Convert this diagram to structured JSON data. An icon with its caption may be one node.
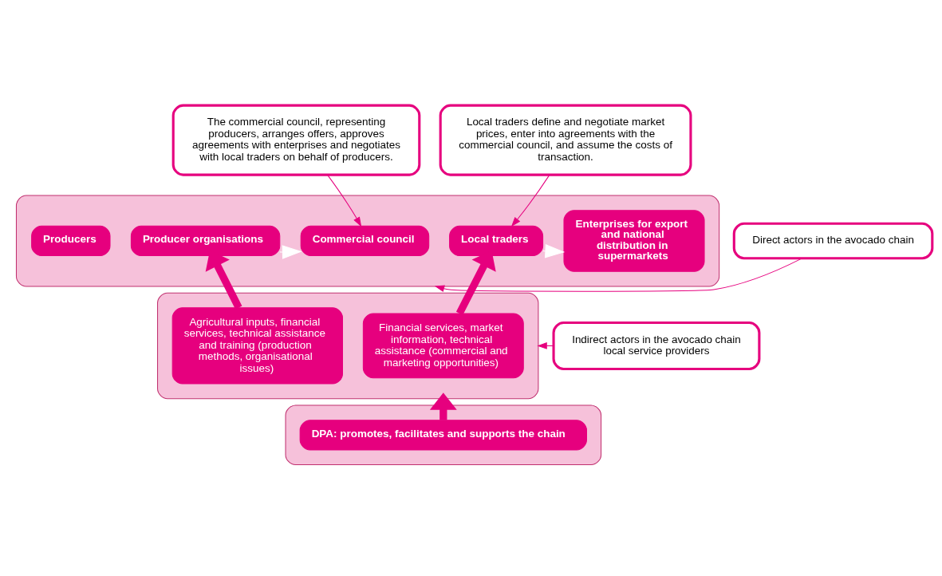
{
  "diagram": {
    "nodes": [
      {
        "text": [
          "The commercial council, representing producers, arranges offers, approves agreements with enterprises and negotiates with local traders on behalf of producers."
        ]
      },
      {
        "text": [
          "Local traders define and negotiate market prices, enter into agreements with the commercial council, and assume the costs of transaction."
        ]
      },
      {
        "text": [],
        "shape": "box"
      },
      {
        "text": [
          "Producers"
        ],
        "in": 2
      },
      {
        "text": [
          "Producer organisations"
        ],
        "in": 2
      },
      {
        "text": [
          "Commercial council"
        ],
        "in": 2
      },
      {
        "text": [
          "Local traders"
        ],
        "in": 2
      },
      {
        "text": [
          "Enterprises for export and national distribution in supermarkets"
        ],
        "in": 2
      },
      {
        "text": [
          "Direct actors in the avocado chain"
        ]
      },
      {
        "text": [],
        "shape": "box"
      },
      {
        "text": [
          "Agricultural inputs, financial services, technical assistance and training (production methods, organisational issues)"
        ],
        "in": 9
      },
      {
        "text": [
          "Financial services, market information, technical assistance (commercial and marketing opportunities)"
        ],
        "in": 9
      },
      {
        "text": [
          "Indirect actors in the avocado chain",
          "local service providers"
        ]
      },
      {
        "text": [],
        "shape": "box"
      },
      {
        "text": [
          "DPA: promotes, facilitates and supports the chain"
        ],
        "in": 13
      }
    ],
    "edges": [
      {
        "from": 0,
        "to": 5,
        "arrow": "to"
      },
      {
        "from": 1,
        "to": 6,
        "arrow": "to"
      },
      {
        "from": 4,
        "to": 5,
        "arrow": "to",
        "color": "#ffffff"
      },
      {
        "from": 6,
        "to": 7,
        "arrow": "to",
        "color": "#ffffff"
      },
      {
        "from": 8,
        "to": 2,
        "arrow": "to"
      },
      {
        "from": 10,
        "to": 4,
        "arrow": "to",
        "style": "thick"
      },
      {
        "from": 11,
        "to": 6,
        "arrow": "to",
        "style": "thick"
      },
      {
        "from": 12,
        "to": 9,
        "arrow": "to"
      },
      {
        "from": 14,
        "to": 9,
        "arrow": "to",
        "style": "thick"
      }
    ]
  }
}
